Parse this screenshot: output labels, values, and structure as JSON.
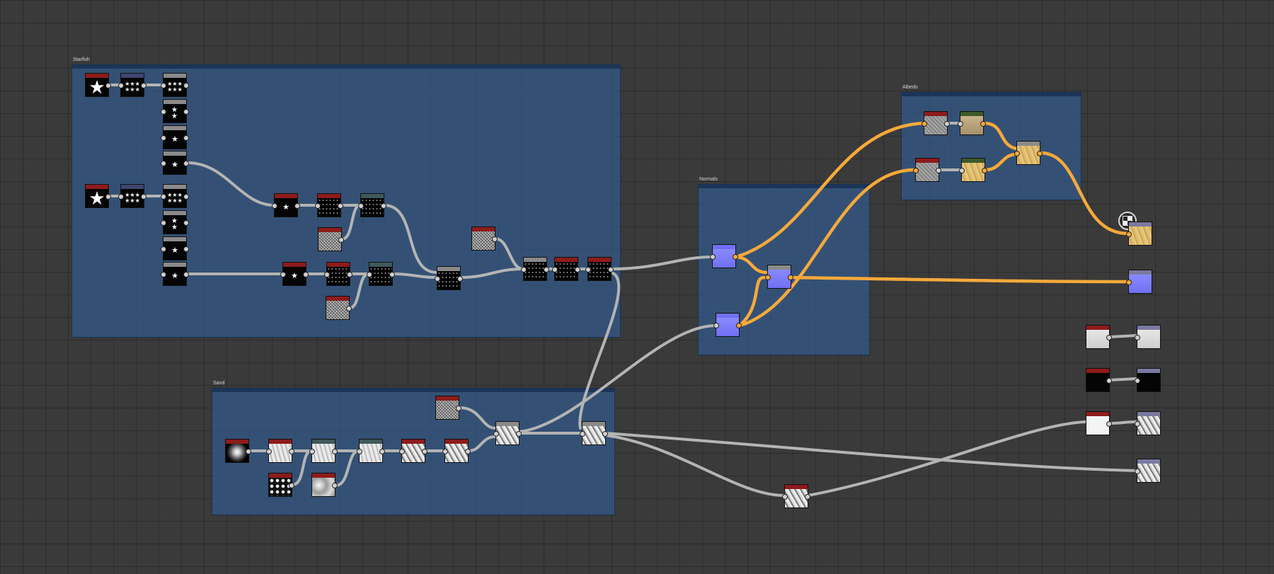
{
  "frames": {
    "starfish": "Starfish",
    "sand": "Sand",
    "normals": "Normals",
    "albedo": "Albedo"
  },
  "icons": {
    "star": "★",
    "star_grid": "★★★\n★★★",
    "star_pair": "★ ★",
    "star_col": "★\n★"
  },
  "colors": {
    "header_red": "#8e1b1b",
    "header_navy": "#3e4670",
    "header_gray": "#8a8a8a",
    "header_teal": "#3f5a5a",
    "header_green": "#3c5a2a",
    "header_lavender": "#7a7aa0",
    "wire_gray": "#b4b4b4",
    "wire_orange": "#f6a93a",
    "frame_fill": "#325a8c",
    "canvas": "#3a3a3a"
  }
}
